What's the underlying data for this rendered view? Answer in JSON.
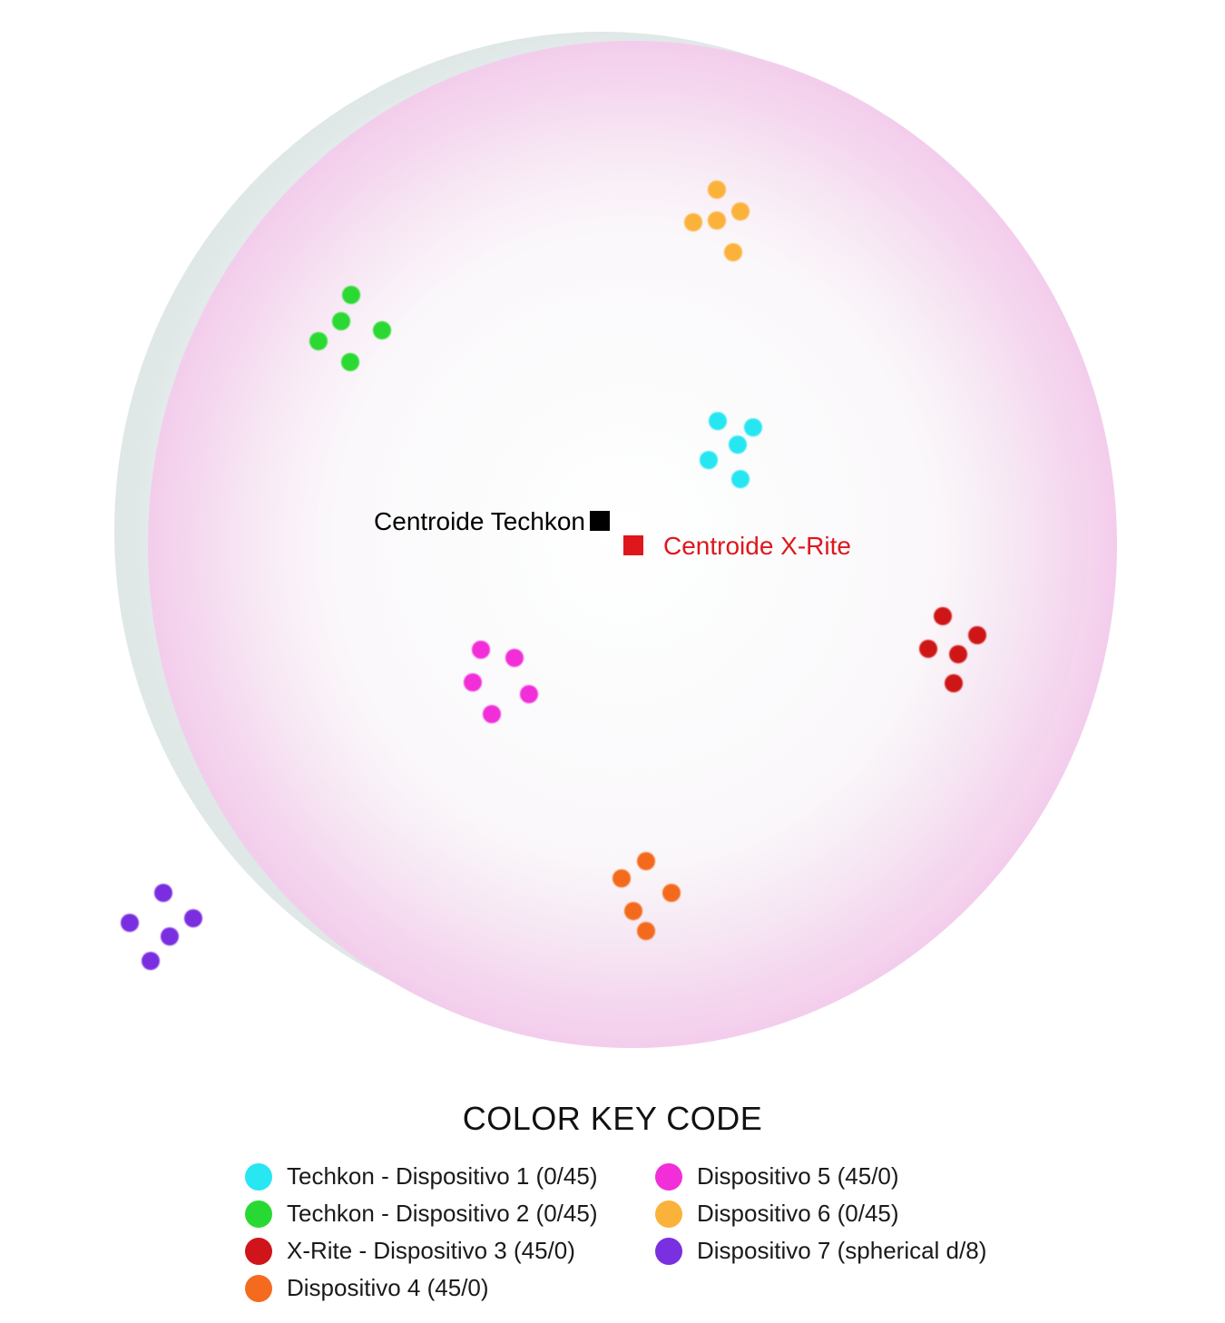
{
  "diagram": {
    "centroids": [
      {
        "id": "techkon",
        "label": "Centroide Techkon",
        "color": "#000000"
      },
      {
        "id": "xrite",
        "label": "Centroide X-Rite",
        "color": "#e0161d"
      }
    ],
    "point_groups": [
      {
        "legend": "Techkon - Dispositivo 1 (0/45)",
        "color": "#28e6f2"
      },
      {
        "legend": "Techkon - Dispositivo 2 (0/45)",
        "color": "#29d933"
      },
      {
        "legend": "X-Rite - Dispositivo 3 (45/0)",
        "color": "#cf1519"
      },
      {
        "legend": "Dispositivo 4 (45/0)",
        "color": "#f46b1f"
      },
      {
        "legend": "Dispositivo 5 (45/0)",
        "color": "#f22ed8"
      },
      {
        "legend": "Dispositivo 6 (0/45)",
        "color": "#fbb23a"
      },
      {
        "legend": "Dispositivo 7 (spherical d/8)",
        "color": "#7a2fe0"
      }
    ]
  },
  "legend": {
    "title": "COLOR KEY CODE",
    "items": [
      {
        "label": "Techkon - Dispositivo 1 (0/45)",
        "color": "#28e6f2",
        "icon": "cyan-dot-icon"
      },
      {
        "label": "Techkon - Dispositivo 2 (0/45)",
        "color": "#29d933",
        "icon": "green-dot-icon"
      },
      {
        "label": "X-Rite - Dispositivo 3 (45/0)",
        "color": "#cf1519",
        "icon": "red-dot-icon"
      },
      {
        "label": "Dispositivo 4 (45/0)",
        "color": "#f46b1f",
        "icon": "orange-dot-icon"
      },
      {
        "label": "Dispositivo 5 (45/0)",
        "color": "#f22ed8",
        "icon": "magenta-dot-icon"
      },
      {
        "label": "Dispositivo 6 (0/45)",
        "color": "#fbb23a",
        "icon": "yellow-dot-icon"
      },
      {
        "label": "Dispositivo 7 (spherical d/8)",
        "color": "#7a2fe0",
        "icon": "purple-dot-icon"
      }
    ]
  }
}
